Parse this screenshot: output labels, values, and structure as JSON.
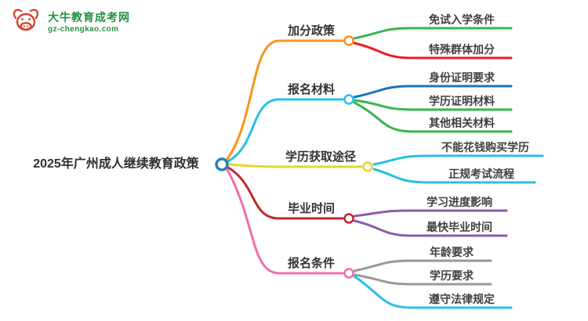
{
  "logo": {
    "title": "大牛教育成考网",
    "subtitle": "gz-chengkao.com",
    "icon": "bull-icon",
    "brand_color": "#23913d",
    "icon_color": "#cf4433"
  },
  "mindmap": {
    "root": {
      "label": "2025年广州成人继续教育政策",
      "color": "#2f7fb5"
    },
    "branches": [
      {
        "label": "加分政策",
        "color": "#f7941d",
        "children": [
          {
            "label": "免试入学条件",
            "color": "#39b54a"
          },
          {
            "label": "特殊群体加分",
            "color": "#ed1c24"
          }
        ]
      },
      {
        "label": "报名材料",
        "color": "#27c0e8",
        "children": [
          {
            "label": "身份证明要求",
            "color": "#1b75bb"
          },
          {
            "label": "学历证明材料",
            "color": "#39b54a"
          },
          {
            "label": "其他相关材料",
            "color": "#39b54a"
          }
        ]
      },
      {
        "label": "学历获取途径",
        "color": "#e7d52e",
        "children": [
          {
            "label": "不能花钱购买学历",
            "color": "#27c0e8"
          },
          {
            "label": "正规考试流程",
            "color": "#27c0e8"
          }
        ]
      },
      {
        "label": "毕业时间",
        "color": "#c1272d",
        "children": [
          {
            "label": "学习进度影响",
            "color": "#8e5aa8"
          },
          {
            "label": "最快毕业时间",
            "color": "#8e5aa8"
          }
        ]
      },
      {
        "label": "报名条件",
        "color": "#f06eaa",
        "children": [
          {
            "label": "年龄要求",
            "color": "#999999"
          },
          {
            "label": "学历要求",
            "color": "#999999"
          },
          {
            "label": "遵守法律规定",
            "color": "#27c0e8"
          }
        ]
      }
    ]
  }
}
